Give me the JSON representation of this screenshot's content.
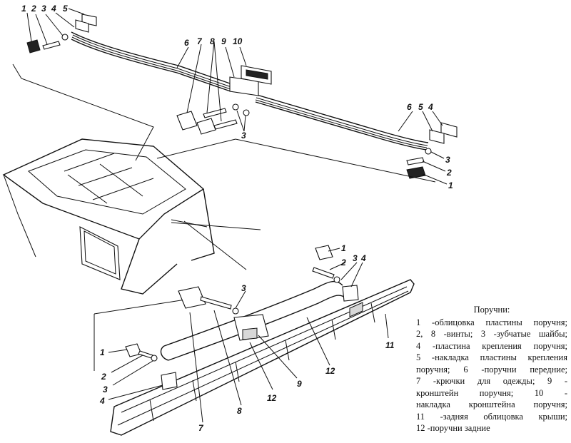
{
  "caption": {
    "title": "Поручни:",
    "lines": [
      "1 -облицовка пластины поручня;",
      "2, 8 -винты; 3 -зубчатые шайбы;",
      "4 -пластина крепления поручня;",
      "5 -накладка пластины крепления",
      "поручня; 6 -поручни передние;",
      "7 -крючки для одежды; 9 -",
      "кронштейн поручня; 10 -",
      "накладка кронштейна поручня;",
      "11 -задняя облицовка крыши;",
      "12 -поручни задние"
    ]
  },
  "callouts": [
    "1",
    "2",
    "3",
    "4",
    "5",
    "6",
    "7",
    "8",
    "9",
    "10",
    "11",
    "12"
  ]
}
